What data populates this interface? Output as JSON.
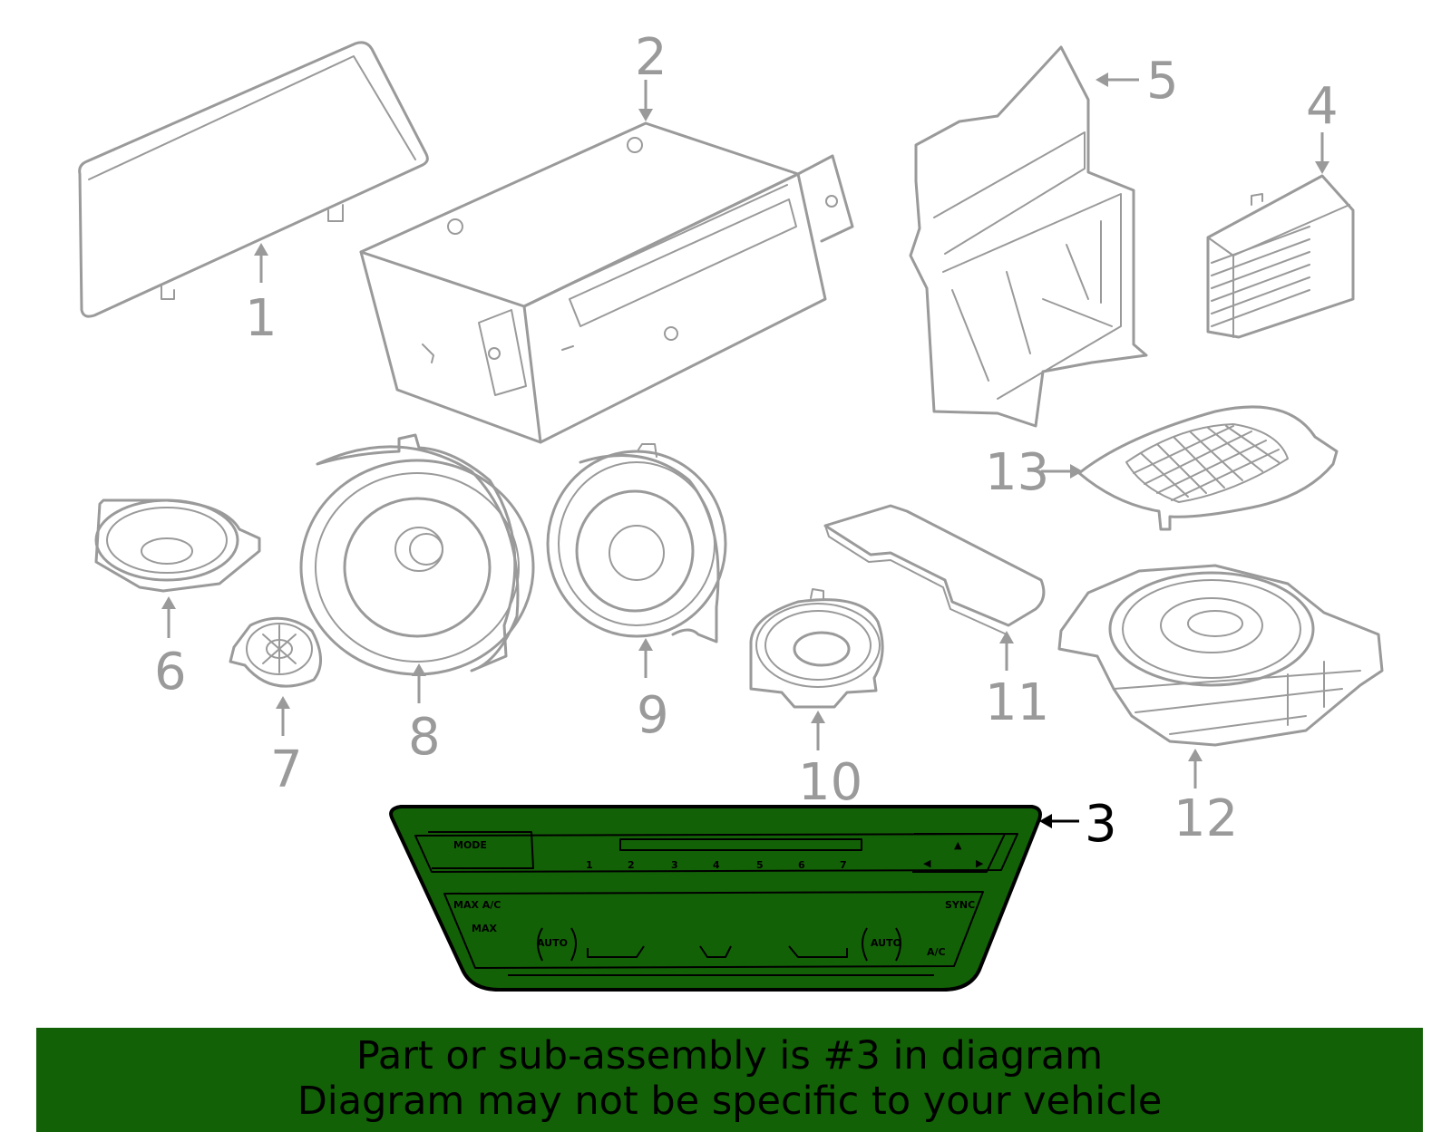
{
  "colors": {
    "highlight_fill": "#136107",
    "line_gray": "#9a9a9a",
    "banner_bg": "#136107",
    "text_black": "#000000"
  },
  "callouts": {
    "c1": "1",
    "c2": "2",
    "c3": "3",
    "c4": "4",
    "c5": "5",
    "c6": "6",
    "c7": "7",
    "c8": "8",
    "c9": "9",
    "c10": "10",
    "c11": "11",
    "c12": "12",
    "c13": "13"
  },
  "control_panel": {
    "mode_label": "MODE",
    "presets": [
      "1",
      "2",
      "3",
      "4",
      "5",
      "6",
      "7"
    ],
    "max_ac": "MAX A/C",
    "max_defrost": "MAX",
    "auto_left": "AUTO",
    "auto_right": "AUTO",
    "sync": "SYNC",
    "ac": "A/C"
  },
  "banner": {
    "line1": "Part or sub-assembly is #3 in diagram",
    "line2": "Diagram may not be specific to your vehicle"
  }
}
